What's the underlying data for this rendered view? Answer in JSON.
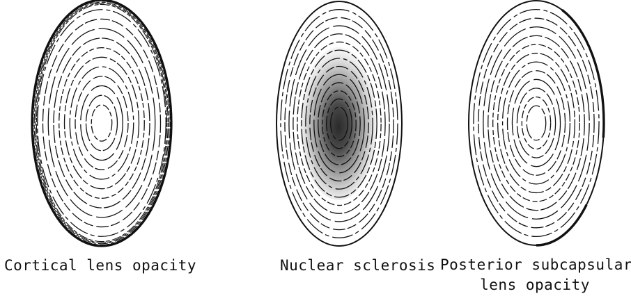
{
  "panels": [
    {
      "id": "cortical",
      "caption_lines": [
        "Cortical lens opacity"
      ]
    },
    {
      "id": "nuclear",
      "caption_lines": [
        "Nuclear sclerosis"
      ]
    },
    {
      "id": "posterior",
      "caption_lines": [
        "Posterior subcapsular",
        "lens opacity"
      ]
    }
  ],
  "colors": {
    "line": "#111111",
    "nuclear_shade_outer": "#cfcfcf",
    "nuclear_shade_mid": "#8a8a8a",
    "nuclear_shade_inner": "#3a3a3a"
  }
}
